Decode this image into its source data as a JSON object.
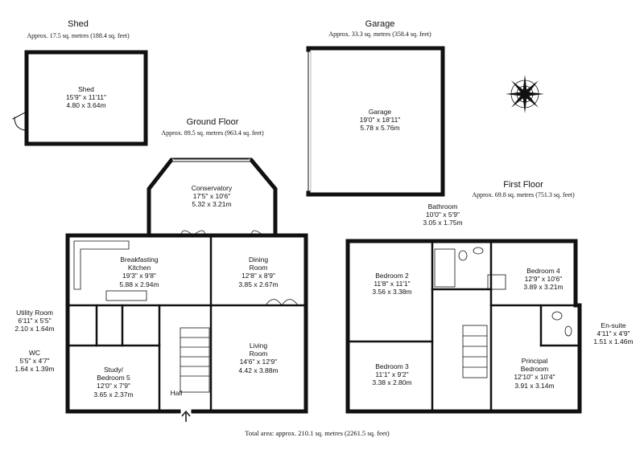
{
  "buildings": {
    "shed": {
      "title": "Shed",
      "area": "Approx. 17.5 sq. metres (188.4 sq. feet)"
    },
    "garage": {
      "title": "Garage",
      "area": "Approx. 33.3 sq. metres (358.4 sq. feet)"
    },
    "ground_floor": {
      "title": "Ground Floor",
      "area": "Approx. 89.5 sq. metres (963.4 sq. feet)"
    },
    "first_floor": {
      "title": "First Floor",
      "area": "Approx. 69.8 sq. metres (751.3 sq. feet)"
    }
  },
  "rooms": {
    "shed": {
      "name": "Shed",
      "imperial": "15'9\" x 11'11\"",
      "metric": "4.80 x 3.64m"
    },
    "garage": {
      "name": "Garage",
      "imperial": "19'0\" x 18'11\"",
      "metric": "5.78 x 5.76m"
    },
    "conservatory": {
      "name": "Conservatory",
      "imperial": "17'5\" x 10'6\"",
      "metric": "5.32 x 3.21m"
    },
    "kitchen": {
      "name_1": "Breakfasting",
      "name_2": "Kitchen",
      "imperial": "19'3\" x 9'8\"",
      "metric": "5.88 x 2.94m"
    },
    "dining": {
      "name_1": "Dining",
      "name_2": "Room",
      "imperial": "12'8\" x 8'9\"",
      "metric": "3.85 x 2.67m"
    },
    "living": {
      "name_1": "Living",
      "name_2": "Room",
      "imperial": "14'6\" x 12'9\"",
      "metric": "4.42 x 3.88m"
    },
    "utility": {
      "name": "Utility Room",
      "imperial": "6'11\" x 5'5\"",
      "metric": "2.10 x 1.64m"
    },
    "wc": {
      "name": "WC",
      "imperial": "5'5\" x 4'7\"",
      "metric": "1.64 x 1.39m"
    },
    "study": {
      "name_1": "Study/",
      "name_2": "Bedroom 5",
      "imperial": "12'0\" x 7'9\"",
      "metric": "3.65 x 2.37m"
    },
    "hall": {
      "name": "Hall"
    },
    "bathroom": {
      "name": "Bathroom",
      "imperial": "10'0\" x 5'9\"",
      "metric": "3.05 x 1.75m"
    },
    "bedroom2": {
      "name": "Bedroom 2",
      "imperial": "11'8\" x 11'1\"",
      "metric": "3.56 x 3.38m"
    },
    "bedroom3": {
      "name": "Bedroom 3",
      "imperial": "11'1\" x 9'2\"",
      "metric": "3.38 x 2.80m"
    },
    "bedroom4": {
      "name": "Bedroom 4",
      "imperial": "12'9\" x 10'6\"",
      "metric": "3.89 x 3.21m"
    },
    "ensuite": {
      "name": "En-suite",
      "imperial": "4'11\" x 4'9\"",
      "metric": "1.51 x 1.46m"
    },
    "principal": {
      "name_1": "Principal",
      "name_2": "Bedroom",
      "imperial": "12'10\" x 10'4\"",
      "metric": "3.91 x 3.14m"
    }
  },
  "total_area": "Total area: approx. 210.1 sq. metres (2261.5 sq. feet)",
  "compass_icon": "compass-rose-icon"
}
